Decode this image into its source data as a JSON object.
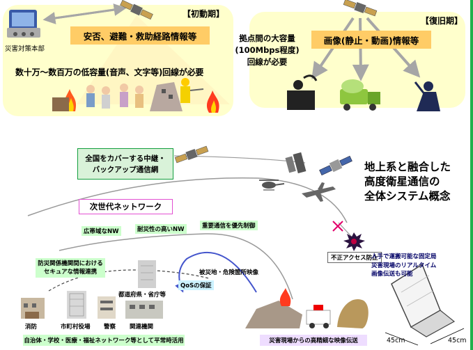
{
  "phases": {
    "initial": "【初動期】",
    "recovery": "【復旧期】"
  },
  "initial": {
    "hq_label": "災害対策本部",
    "info_box": "安否、避難・救助経路情報等",
    "capacity_text": "数十万～数百万の低容量(音声、文字等)回線が必要"
  },
  "recovery": {
    "capacity_lines": [
      "拠点間の大容量",
      "(100Mbps程度)",
      "回線が必要"
    ],
    "info_box": "画像(静止・動画)情報等"
  },
  "network": {
    "relay_lines": [
      "全国をカバーする中継・",
      "バックアップ通信網"
    ],
    "next_gen": "次世代ネットワーク",
    "wide_nw": "広帯域なNW",
    "resilient_nw": "耐災性の高いNW",
    "priority_control": "重要通信を優先制御",
    "secure_link_lines": [
      "防災関係機関間における",
      "セキュアな情報連携"
    ],
    "unauthorized_block": "不正アクセス防止",
    "disaster_video": "被災地・危険箇所映像",
    "qos": "QoSの保証",
    "pref_gov": "都道府県・省庁等",
    "fire": "消防",
    "city_hall": "市町村役場",
    "police": "警察",
    "related": "関連機関",
    "local_network": "自治体・学校・医療・福祉ネットワーク等として平常時活用",
    "hd_video": "災害現場からの高精細な映像伝送",
    "portable_station_lines": [
      "人手で運搬可能な固定局",
      "災害現場のリアルタイム",
      "画像伝送も可能"
    ],
    "dim_left": "45cm",
    "dim_right": "45cm"
  },
  "concept_title_lines": [
    "地上系と融合した",
    "高度衛星通信の",
    "全体システム概念"
  ],
  "colors": {
    "panel": "#ffffcc",
    "info_box": "#ffcc66",
    "relay_box": "#d9f2d9",
    "relay_border": "#139e3e",
    "next_gen_border": "#e24fd2",
    "link_lines": "#999999",
    "qos_arrow": "#4455cc",
    "border_green": "#22b14c"
  },
  "icons": [
    "satellite-icon",
    "building-icon",
    "fire-icon",
    "truck-icon",
    "helicopter-icon",
    "airplane-icon",
    "antenna-icon",
    "excavator-icon",
    "earth-station-icon"
  ]
}
